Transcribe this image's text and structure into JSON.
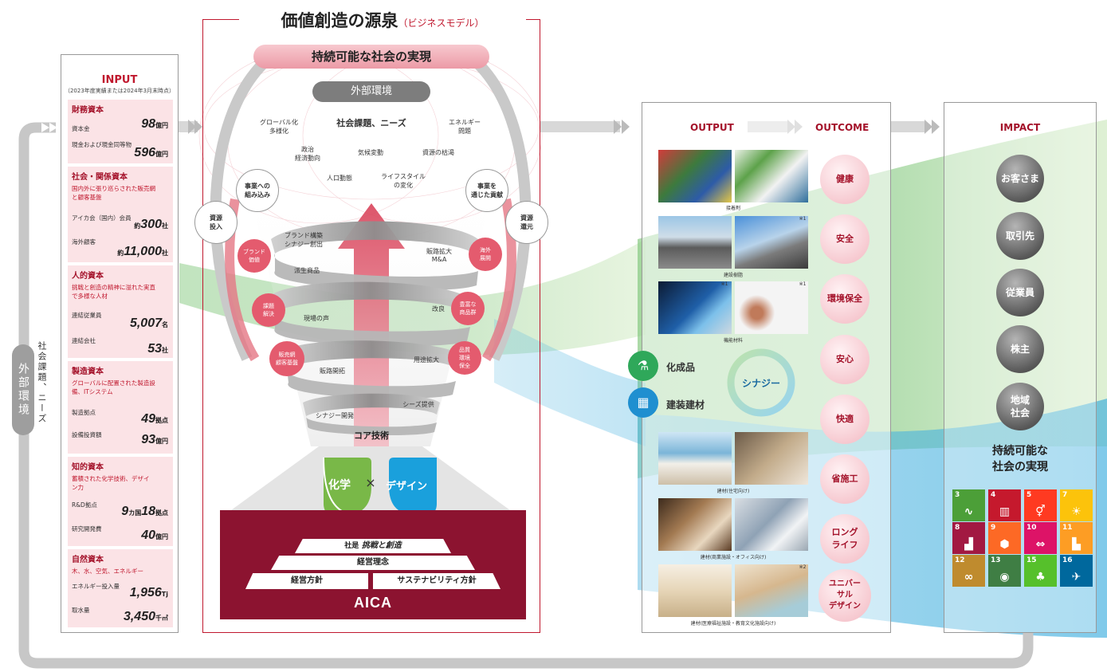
{
  "title": {
    "main": "価値創造の源泉",
    "sub": "（ビジネスモデル）"
  },
  "side_loop": {
    "label_box": "外部環境",
    "label_vertical": "社会課題、ニーズ"
  },
  "input": {
    "title": "INPUT",
    "note": "（2023年度実績または2024年3月末時点）",
    "financial": {
      "title": "財務資本",
      "items": [
        {
          "label": "資本金",
          "value": "98",
          "unit": "億円"
        },
        {
          "label": "現金および現金同等物",
          "value": "596",
          "unit": "億円"
        }
      ]
    },
    "social": {
      "title": "社会・関係資本",
      "desc": "国内外に張り巡らされた販売網と顧客基盤",
      "items": [
        {
          "label": "アイカ会（国内）会員",
          "prefix": "約",
          "value": "300",
          "unit": "社"
        },
        {
          "label": "海外顧客",
          "prefix": "約",
          "value": "11,000",
          "unit": "社"
        }
      ]
    },
    "human": {
      "title": "人的資本",
      "desc": "挑戦と創造の精神に溢れた実直で多様な人材",
      "items": [
        {
          "label": "連結従業員",
          "value": "5,007",
          "unit": "名"
        },
        {
          "label": "連結会社",
          "value": "53",
          "unit": "社"
        }
      ]
    },
    "manufacturing": {
      "title": "製造資本",
      "desc": "グローバルに配置された製造設備、ITシステム",
      "items": [
        {
          "label": "製造拠点",
          "value": "49",
          "unit": "拠点"
        },
        {
          "label": "設備投資額",
          "value": "93",
          "unit": "億円"
        }
      ]
    },
    "intellectual": {
      "title": "知的資本",
      "desc": "蓄積された化学技術、デザイン力",
      "items": [
        {
          "label": "R&D拠点",
          "value_a": "9",
          "unit_a": "カ国",
          "value_b": "18",
          "unit_b": "拠点"
        },
        {
          "label": "研究開発費",
          "value": "40",
          "unit": "億円"
        }
      ]
    },
    "natural": {
      "title": "自然資本",
      "desc": "木、水、空気、エネルギー",
      "items": [
        {
          "label": "エネルギー投入量",
          "value": "1,956",
          "unit": "Tj"
        },
        {
          "label": "取水量",
          "value": "3,450",
          "unit": "千㎥"
        }
      ]
    }
  },
  "center": {
    "top_pill": "持続可能な社会の実現",
    "ext_pill": "外部環境",
    "social_header": "社会課題、ニーズ",
    "issues": [
      "グローバル化\n多様化",
      "エネルギー\n問題",
      "政治\n経済動向",
      "気候変動",
      "資源の枯渇",
      "人口動態",
      "ライフスタイル\nの変化"
    ],
    "left_circle_a": "事業への\n組み込み",
    "right_circle_a": "事業を\n通じた貢献",
    "left_circle_b": "資源\n投入",
    "right_circle_b": "資源\n還元",
    "spiral_labels": [
      "ブランド構築\nシナジー創出",
      "販路拡大\nM&A",
      "派生商品",
      "現場の声",
      "改良",
      "販路開拓",
      "用途拡大",
      "シーズ提供",
      "シナジー開発"
    ],
    "pink_circles": [
      "ブランド\n価値",
      "海外\n展開",
      "課題\n解決",
      "豊富な\n商品群",
      "販売網\n顧客基盤",
      "品質\n環境\n保全"
    ],
    "core_label": "コア技術",
    "chem": "化学",
    "design": "デザイン",
    "cross": "×",
    "tiers": {
      "motto_prefix": "社是",
      "motto": "挑戦と創造",
      "philosophy": "経営理念",
      "policy": "経営方針",
      "sustain": "サステナビリティ方針"
    },
    "logo": "AICA"
  },
  "output": {
    "title": "OUTPUT",
    "outcome_title": "OUTCOME",
    "captions": [
      "接着剤",
      "建設樹脂",
      "機能材料",
      "建材(住宅向け)",
      "建材(商業施設・オフィス向け)",
      "建材(医療福祉施設・教育文化施設向け)"
    ],
    "notes": [
      "※1",
      "※1",
      "※1",
      "※2"
    ],
    "legend_chem": "化成品",
    "legend_build": "建装建材",
    "synergy": "シナジー",
    "outcomes": [
      "健康",
      "安全",
      "環境保全",
      "安心",
      "快適",
      "省施工",
      "ロング\nライフ",
      "ユニバー\nサル\nデザイン"
    ]
  },
  "impact": {
    "title": "IMPACT",
    "stakeholders": [
      "お客さま",
      "取引先",
      "従業員",
      "株主",
      "地域\n社会"
    ],
    "goal": "持続可能な\n社会の実現",
    "sdgs": [
      {
        "num": "3",
        "color": "#4c9f38",
        "icon": "heartbeat-icon",
        "glyph": "∿"
      },
      {
        "num": "4",
        "color": "#c5192d",
        "icon": "book-icon",
        "glyph": "▥"
      },
      {
        "num": "5",
        "color": "#ff3a21",
        "icon": "gender-icon",
        "glyph": "⚥"
      },
      {
        "num": "7",
        "color": "#fcc30b",
        "icon": "sun-icon",
        "glyph": "☀"
      },
      {
        "num": "8",
        "color": "#a21942",
        "icon": "growth-chart-icon",
        "glyph": "▟"
      },
      {
        "num": "9",
        "color": "#fd6925",
        "icon": "cubes-icon",
        "glyph": "⬢"
      },
      {
        "num": "10",
        "color": "#dd1367",
        "icon": "equality-icon",
        "glyph": "⇔"
      },
      {
        "num": "11",
        "color": "#fd9d24",
        "icon": "city-icon",
        "glyph": "▙"
      },
      {
        "num": "12",
        "color": "#bf8b2e",
        "icon": "infinity-icon",
        "glyph": "∞"
      },
      {
        "num": "13",
        "color": "#3f7e44",
        "icon": "eye-globe-icon",
        "glyph": "◉"
      },
      {
        "num": "15",
        "color": "#56c02b",
        "icon": "tree-icon",
        "glyph": "♣"
      },
      {
        "num": "16",
        "color": "#00689d",
        "icon": "dove-icon",
        "glyph": "✈"
      }
    ]
  }
}
